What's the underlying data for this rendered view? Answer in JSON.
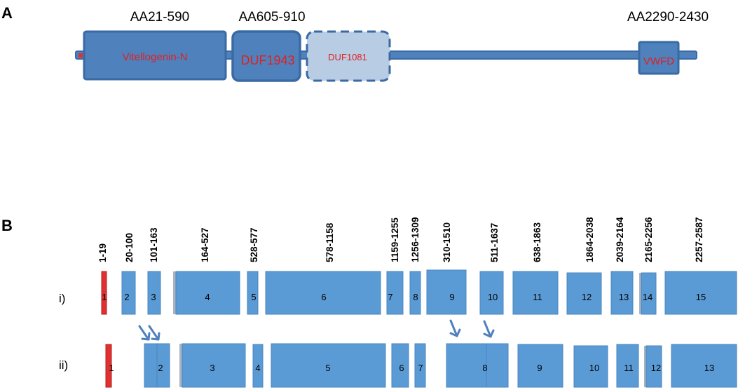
{
  "panels": {
    "a": "A",
    "b": "B"
  },
  "domain_map": {
    "domains": [
      {
        "range": "AA21-590",
        "name": "Vitellogenin-N"
      },
      {
        "range": "AA605-910",
        "name": "DUF1943"
      },
      {
        "name": "DUF1081"
      },
      {
        "range": "AA2290-2430",
        "name": "VWFD"
      }
    ]
  },
  "exon_map": {
    "ranges": [
      "1-19",
      "20-100",
      "101-163",
      "164-527",
      "528-577",
      "578-1158",
      "1159-1255",
      "1256-1309",
      "310-1510",
      "511-1637",
      "638-1863",
      "1864-2038",
      "2039-2164",
      "2165-2256",
      "2257-2587"
    ],
    "rows": [
      {
        "label": "i)",
        "exons": [
          "1",
          "2",
          "3",
          "4",
          "5",
          "6",
          "7",
          "8",
          "9",
          "10",
          "11",
          "12",
          "13",
          "14",
          "15"
        ]
      },
      {
        "label": "ii)",
        "exons": [
          "1",
          "2",
          "3",
          "4",
          "5",
          "6",
          "7",
          "8",
          "9",
          "10",
          "11",
          "12",
          "13"
        ]
      }
    ]
  },
  "colors": {
    "domain_fill": "#4f81bd",
    "domain_border": "#3a6aa3",
    "dashed_fill": "#b8cce4",
    "exon_fill": "#5b9bd5",
    "exon_border": "#4a86be",
    "signal_red": "#e03030",
    "label_red": "#e02020",
    "arrow": "#4f81bd"
  }
}
